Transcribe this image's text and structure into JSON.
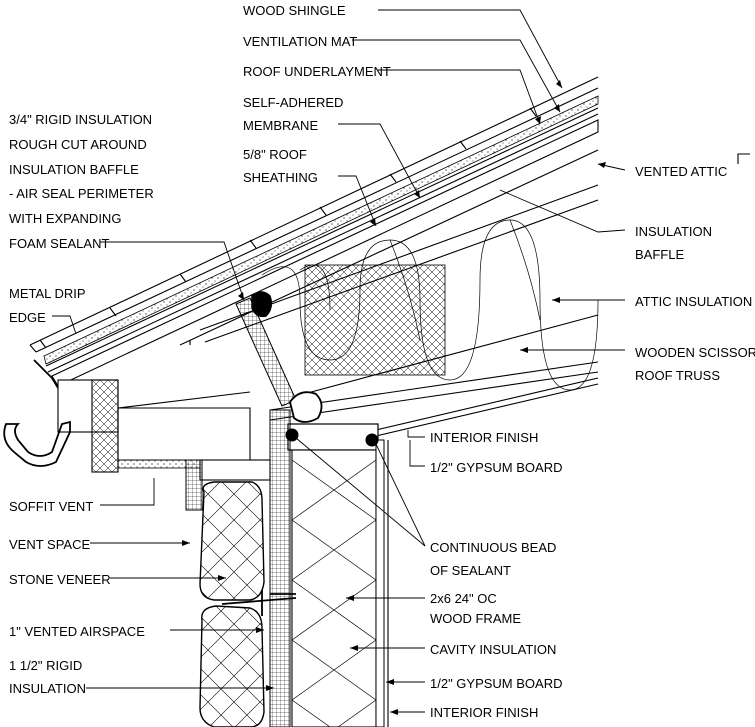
{
  "labels": {
    "wood_shingle": "WOOD SHINGLE",
    "ventilation_mat": "VENTILATION MAT",
    "roof_underlayment": "ROOF UNDERLAYMENT",
    "self_adhered_1": "SELF-ADHERED",
    "self_adhered_2": "MEMBRANE",
    "roof_sheathing_1": "5/8\" ROOF",
    "roof_sheathing_2": "SHEATHING",
    "rigid_1": "3/4\" RIGID INSULATION",
    "rigid_2": "ROUGH CUT AROUND",
    "rigid_3": "INSULATION BAFFLE",
    "rigid_4": "- AIR SEAL PERIMETER",
    "rigid_5": "WITH EXPANDING",
    "rigid_6": "FOAM SEALANT",
    "metal_drip_1": "METAL DRIP",
    "metal_drip_2": "EDGE",
    "vented_attic": "VENTED ATTIC",
    "baffle_1": "INSULATION",
    "baffle_2": "BAFFLE",
    "attic_insulation": "ATTIC INSULATION",
    "truss_1": "WOODEN SCISSOR",
    "truss_2": "ROOF TRUSS",
    "interior_finish_top": "INTERIOR FINISH",
    "gypsum_top": "1/2\" GYPSUM BOARD",
    "soffit_vent": "SOFFIT VENT",
    "vent_space": "VENT SPACE",
    "stone_veneer": "STONE VENEER",
    "vented_airspace": "1\" VENTED AIRSPACE",
    "rigid_ins_1": "1 1/2\" RIGID",
    "rigid_ins_2": "INSULATION",
    "sealant_1": "CONTINUOUS BEAD",
    "sealant_2": "OF SEALANT",
    "frame_1": "2x6 24\" OC",
    "frame_2": "WOOD FRAME",
    "cavity_insulation": "CAVITY INSULATION",
    "gypsum_bottom": "1/2\" GYPSUM BOARD",
    "interior_finish_bottom": "INTERIOR FINISH"
  }
}
